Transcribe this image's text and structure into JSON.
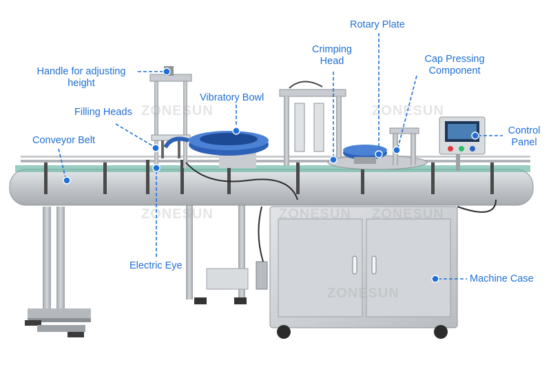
{
  "labels": {
    "handle_line1": "Handle for adjusting",
    "handle_line2": "height",
    "filling_heads": "Filling Heads",
    "conveyor_belt": "Conveyor Belt",
    "vibratory_bowl": "Vibratory Bowl",
    "crimping_line1": "Crimping",
    "crimping_line2": "Head",
    "rotary_plate": "Rotary Plate",
    "cap_line1": "Cap Pressing",
    "cap_line2": "Component",
    "control_line1": "Control",
    "control_line2": "Panel",
    "electric_eye": "Electric Eye",
    "machine_case": "Machine Case"
  },
  "watermark": "ZONESUN",
  "colors": {
    "callout": "#1f6fd6",
    "steel": "#c9ccd0",
    "bowl": "#2e62b8"
  }
}
